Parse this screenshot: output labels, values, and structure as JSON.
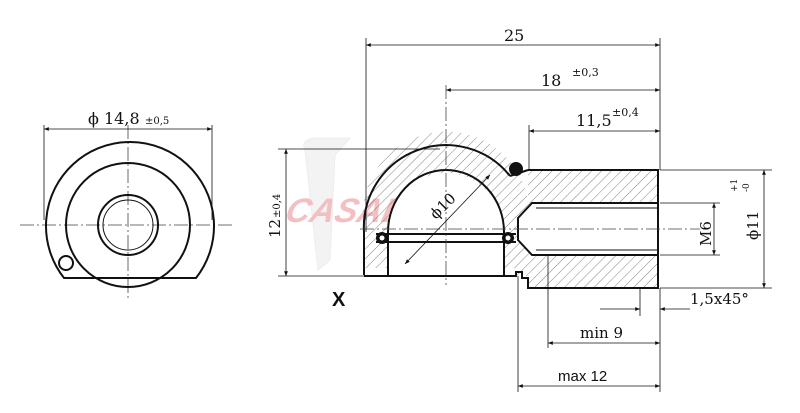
{
  "left_view": {
    "diameter_label": "ϕ 14,8",
    "diameter_tol": "±0,5"
  },
  "section_view": {
    "view_marker": "X",
    "dim_overall": "25",
    "dim_18": "18",
    "dim_18_tol": "±0,3",
    "dim_11_5": "11,5",
    "dim_11_5_tol": "±0,4",
    "dim_height": "12",
    "dim_height_tol": "±0,4",
    "ball_dia": "ϕ10",
    "thread": "M6",
    "outer_dia": "ϕ11",
    "outer_dia_tol_upper": "+1",
    "outer_dia_tol_lower": "-0",
    "chamfer": "1,5x45°",
    "min_depth": "min 9",
    "max_depth": "max 12"
  },
  "watermark": {
    "text": "CASALS",
    "color": "#e04a55"
  }
}
